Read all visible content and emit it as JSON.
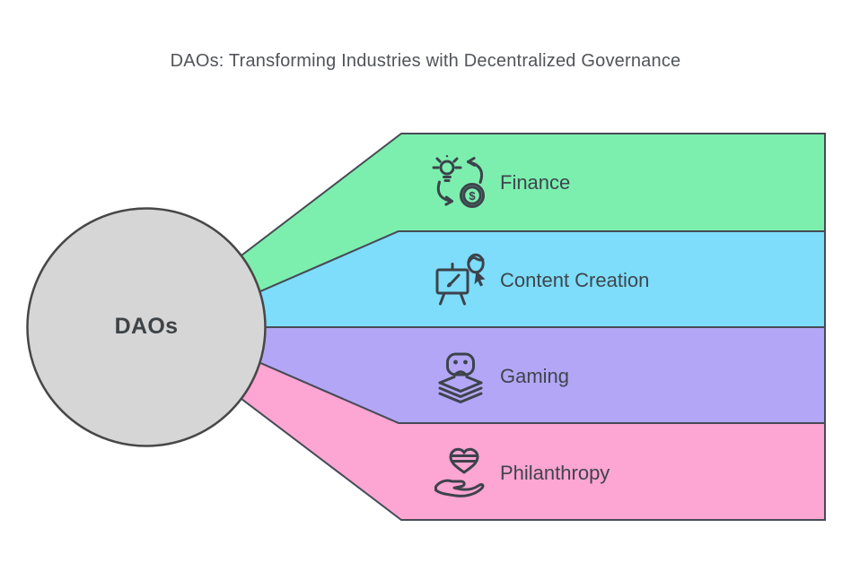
{
  "title": "DAOs: Transforming Industries with Decentralized Governance",
  "center": {
    "label": "DAOs"
  },
  "colors": {
    "finance": "#7CEFAF",
    "content_creation": "#7DDDFA",
    "gaming": "#B3A6F6",
    "philanthropy": "#FDA5D3",
    "band_border": "#474B55",
    "circle_fill": "#D6D6D6",
    "circle_border": "#474747",
    "title_text": "#515459",
    "label_text": "#3F454D",
    "icon_stroke": "#3D434B"
  },
  "industries": [
    {
      "label": "Finance",
      "icon": "idea-to-money-cycle-icon"
    },
    {
      "label": "Content Creation",
      "icon": "easel-and-creator-icon"
    },
    {
      "label": "Gaming",
      "icon": "game-controller-layers-icon"
    },
    {
      "label": "Philanthropy",
      "icon": "heart-in-hand-icon"
    }
  ],
  "glyphs": {
    "dollar": "$"
  }
}
